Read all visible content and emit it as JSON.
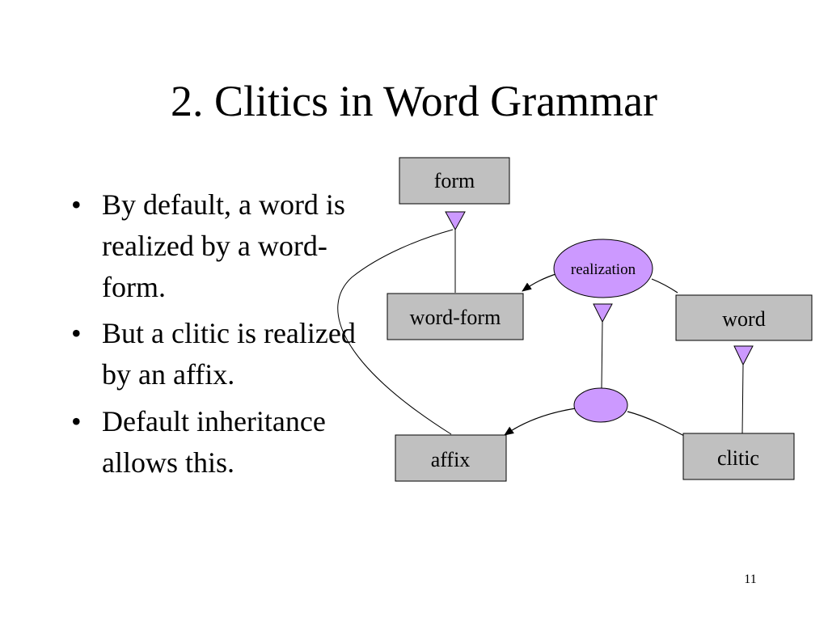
{
  "slide": {
    "title": "2. Clitics in Word Grammar",
    "bullets": [
      "By default, a word is realized by a word-form.",
      "But a clitic is realized by an affix.",
      "Default inheritance allows this."
    ],
    "page_number": "11"
  },
  "diagram": {
    "nodes": {
      "form": "form",
      "word_form": "word-form",
      "word": "word",
      "affix": "affix",
      "clitic": "clitic",
      "realization": "realization"
    },
    "colors": {
      "box_fill": "#c0c0c0",
      "relation_fill": "#cc99ff",
      "line": "#000000"
    }
  }
}
